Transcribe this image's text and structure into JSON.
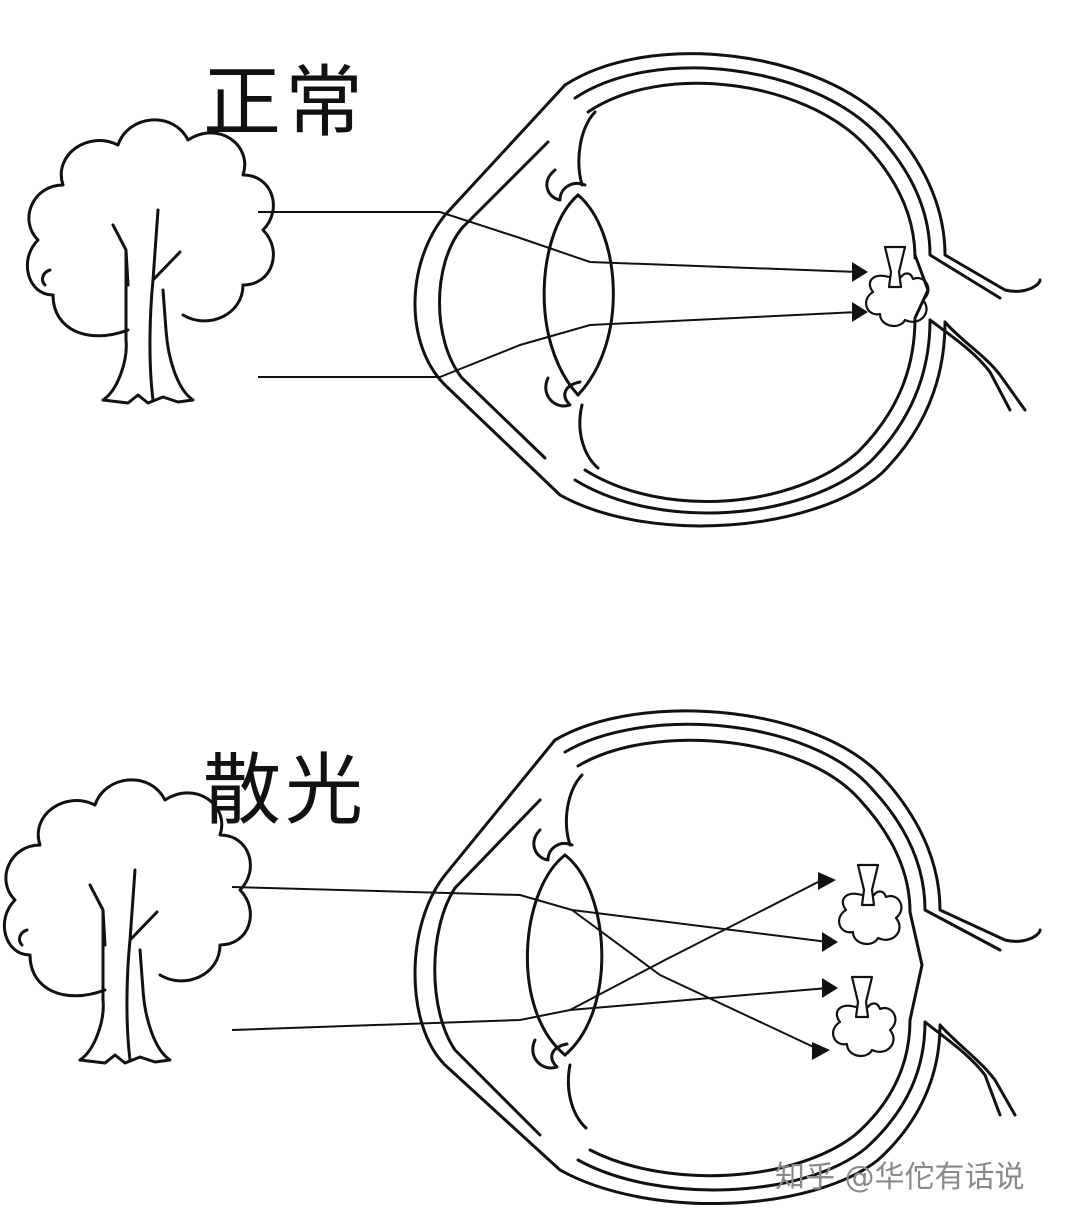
{
  "labels": {
    "normal": "正常",
    "astigmatism": "散光"
  },
  "watermark": "知乎 @华佗有话说",
  "colors": {
    "line": "#111111",
    "background": "#ffffff",
    "watermark": "#8a8a8a"
  }
}
